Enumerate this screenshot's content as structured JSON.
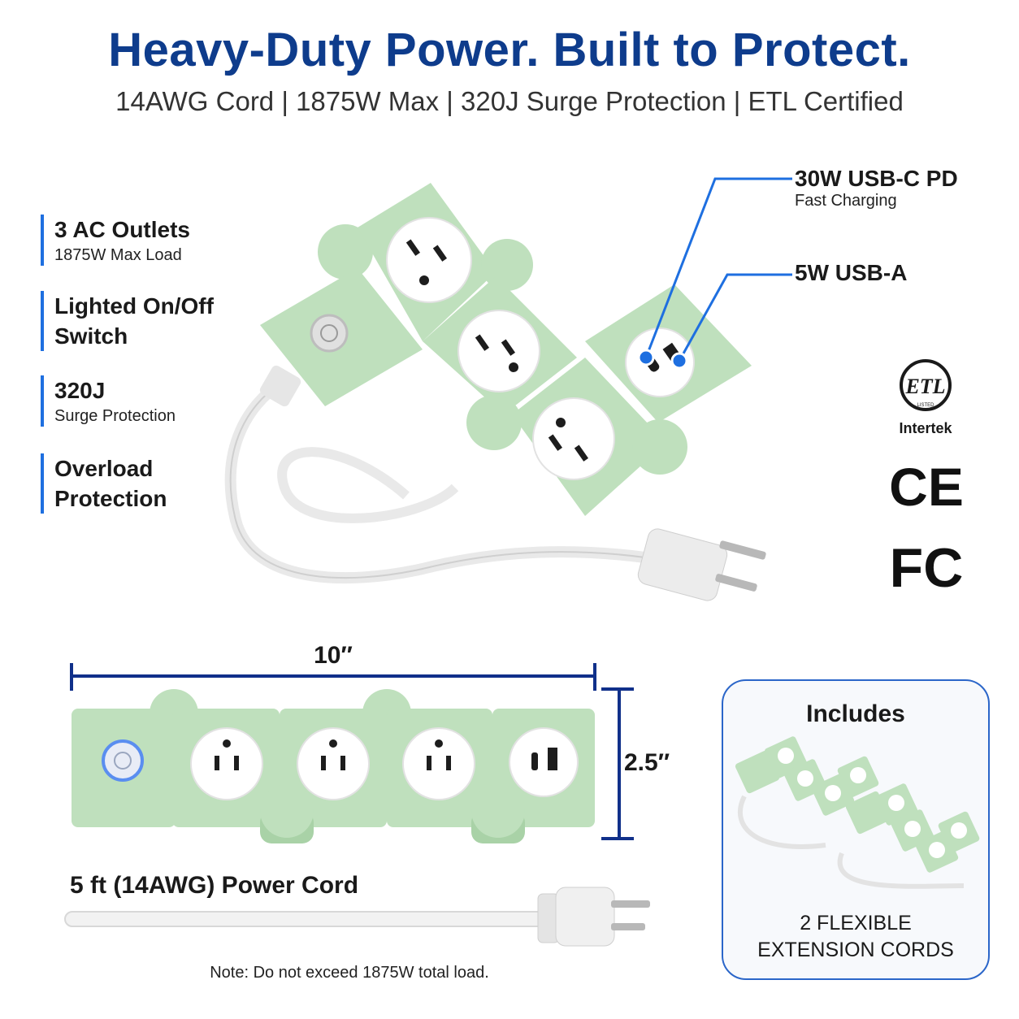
{
  "header": {
    "title": "Heavy-Duty Power. Built to Protect.",
    "subtitle": "14AWG Cord | 1875W Max | 320J Surge Protection | ETL Certified"
  },
  "features": [
    {
      "title": "3 AC Outlets",
      "sub": "1875W Max Load"
    },
    {
      "title": "Lighted On/Off Switch",
      "sub": ""
    },
    {
      "title": "320J",
      "sub": "Surge Protection"
    },
    {
      "title": "Overload Protection",
      "sub": ""
    }
  ],
  "callouts": {
    "usbc_title": "30W USB-C PD",
    "usbc_sub": "Fast Charging",
    "usba_title": "5W USB-A"
  },
  "certifications": {
    "etl_mark": "ETL",
    "etl_listed": "LISTED",
    "etl_name": "Intertek",
    "ce": "CE",
    "fc": "FC"
  },
  "dimensions": {
    "width": "10″",
    "height": "2.5″"
  },
  "cord": {
    "label": "5 ft (14AWG) Power Cord"
  },
  "includes": {
    "title": "Includes",
    "caption_line1": "2 FLEXIBLE",
    "caption_line2": "EXTENSION CORDS"
  },
  "note": "Note: Do not exceed 1875W total load.",
  "colors": {
    "accent": "#1e6fe0",
    "title": "#0e3c8c",
    "product_green": "#bfe0bd"
  }
}
